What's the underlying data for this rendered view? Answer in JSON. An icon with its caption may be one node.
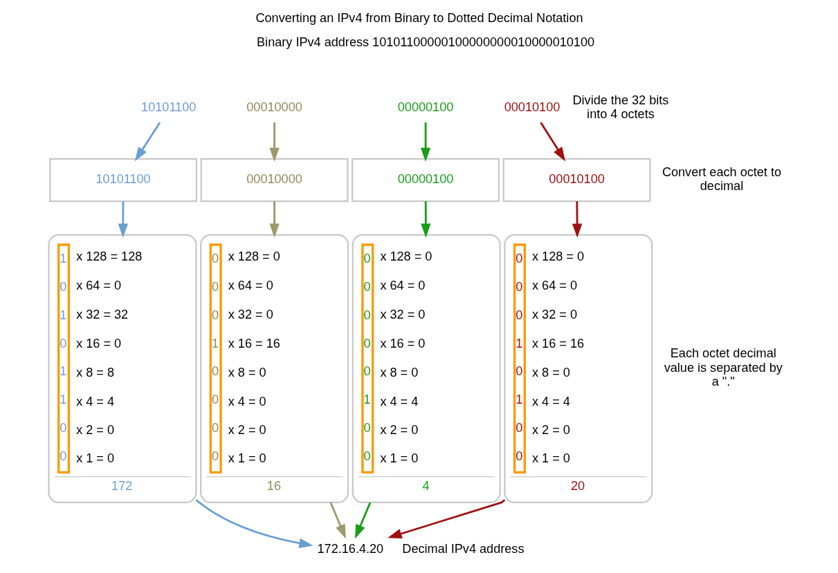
{
  "diagram": {
    "title": "Converting an IPv4 from Binary to Dotted Decimal Notation",
    "nodes": [
      {
        "text": [
          "10101100"
        ]
      },
      {
        "text": [
          "00010000"
        ]
      },
      {
        "text": [
          "00000100"
        ]
      },
      {
        "text": [
          "00010100"
        ]
      },
      {
        "text": [
          "10101100"
        ]
      },
      {
        "text": [
          "00010000"
        ]
      },
      {
        "text": [
          "00000100"
        ]
      },
      {
        "text": [
          "00010100"
        ]
      },
      {
        "text": [
          "1",
          "x 128 = 128",
          "0",
          "x 64 = 0",
          "1",
          "x 32 = 32",
          "0",
          "x 16 = 0",
          "1",
          "x 8 = 8",
          "1",
          "x 4 = 4",
          "0",
          "x 2 = 0",
          "0",
          "x 1 = 0",
          "172"
        ]
      },
      {
        "text": [
          "0",
          "x 128 = 0",
          "0",
          "x 64 = 0",
          "0",
          "x 32 = 0",
          "1",
          "x 16 = 16",
          "0",
          "x 8 = 0",
          "0",
          "x 4 = 0",
          "0",
          "x 2 = 0",
          "0",
          "x 1 = 0",
          "16"
        ]
      },
      {
        "text": [
          "0",
          "x 128 = 0",
          "0",
          "x 64 = 0",
          "0",
          "x 32 = 0",
          "0",
          "x 16 = 0",
          "0",
          "x 8 = 0",
          "1",
          "x 4 = 4",
          "0",
          "x 2 = 0",
          "0",
          "x 1 = 0",
          "4"
        ]
      },
      {
        "text": [
          "0",
          "x 128 = 0",
          "0",
          "x 64 = 0",
          "0",
          "x 32 = 0",
          "1",
          "x 16 = 16",
          "0",
          "x 8 = 0",
          "1",
          "x 4 = 4",
          "0",
          "x 2 = 0",
          "0",
          "x 1 = 0",
          "20"
        ]
      },
      {
        "text": [
          "172.16.4.20"
        ]
      }
    ],
    "edges": [
      {
        "from": 0,
        "to": 4,
        "arrow": "to",
        "color": "#6a9fd4"
      },
      {
        "from": 1,
        "to": 5,
        "arrow": "to",
        "color": "#9c9a6a"
      },
      {
        "from": 2,
        "to": 6,
        "arrow": "to",
        "color": "#1a9e1a"
      },
      {
        "from": 3,
        "to": 7,
        "arrow": "to",
        "color": "#a01010"
      },
      {
        "from": 4,
        "to": 8,
        "arrow": "to",
        "color": "#6a9fd4"
      },
      {
        "from": 5,
        "to": 9,
        "arrow": "to",
        "color": "#9c9a6a"
      },
      {
        "from": 6,
        "to": 10,
        "arrow": "to",
        "color": "#1a9e1a"
      },
      {
        "from": 7,
        "to": 11,
        "arrow": "to",
        "color": "#a01010"
      },
      {
        "from": 8,
        "to": 12,
        "arrow": "to",
        "color": "#6a9fd4"
      },
      {
        "from": 9,
        "to": 12,
        "arrow": "to",
        "color": "#9c9a6a"
      },
      {
        "from": 10,
        "to": 12,
        "arrow": "to",
        "color": "#1a9e1a"
      },
      {
        "from": 11,
        "to": 12,
        "arrow": "to",
        "color": "#a01010"
      }
    ],
    "labels": [
      "Binary IPv4 address 10101100000100000000010000010100",
      "Divide the 32 bits into 4 octets",
      "Convert each octet to decimal",
      "Each octet decimal value is separated by a \".\"",
      "Decimal IPv4 address"
    ]
  }
}
